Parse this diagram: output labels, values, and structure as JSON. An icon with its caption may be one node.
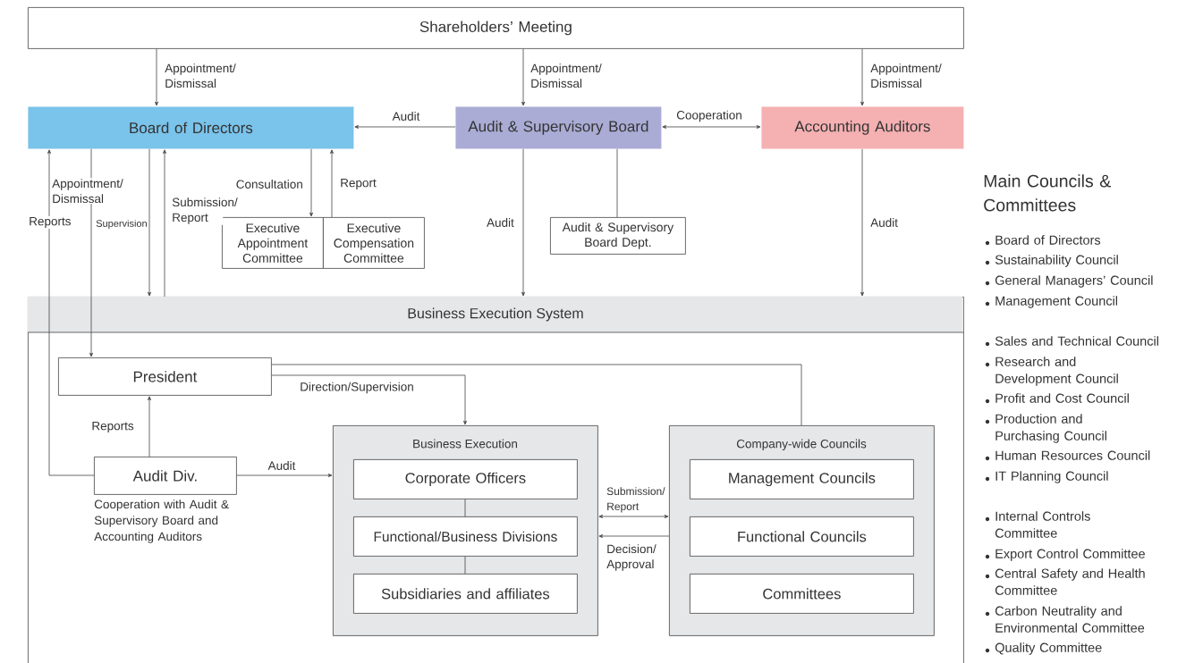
{
  "diagram": {
    "nodes": [
      {
        "text": [
          "Shareholders’ Meeting"
        ]
      },
      {
        "text": [
          "Board of Directors"
        ]
      },
      {
        "text": [
          "Audit & Supervisory Board"
        ]
      },
      {
        "text": [
          "Accounting Auditors"
        ]
      },
      {
        "text": [
          "Executive Appointment Committee"
        ]
      },
      {
        "text": [
          "Executive Compensation Committee"
        ]
      },
      {
        "text": [
          "Audit & Supervisory Board Dept."
        ]
      },
      {
        "text": [
          "Business Execution System"
        ]
      },
      {
        "text": [
          "President"
        ],
        "in": 7
      },
      {
        "text": [
          "Audit Div."
        ],
        "in": 7,
        "beside": [
          "Cooperation with Audit & Supervisory Board and Accounting Auditors"
        ]
      },
      {
        "text": [
          "Business Execution"
        ],
        "in": 7
      },
      {
        "text": [
          "Corporate Officers"
        ],
        "in": 10
      },
      {
        "text": [
          "Functional/Business Divisions"
        ],
        "in": 10
      },
      {
        "text": [
          "Subsidiaries and affiliates"
        ],
        "in": 10
      },
      {
        "text": [
          "Company-wide Councils"
        ],
        "in": 7
      },
      {
        "text": [
          "Management Councils"
        ],
        "in": 14
      },
      {
        "text": [
          "Functional Councils"
        ],
        "in": 14
      },
      {
        "text": [
          "Committees"
        ],
        "in": 14
      }
    ],
    "edges": [
      {
        "from": 0,
        "to": 1,
        "arrow": "to",
        "label": "Appointment/ Dismissal"
      },
      {
        "from": 0,
        "to": 2,
        "arrow": "to",
        "label": "Appointment/ Dismissal"
      },
      {
        "from": 0,
        "to": 3,
        "arrow": "to",
        "label": "Appointment/ Dismissal"
      },
      {
        "from": 2,
        "to": 1,
        "arrow": "to",
        "label": "Audit"
      },
      {
        "from": 2,
        "to": 3,
        "arrow": "both",
        "label": "Cooperation"
      },
      {
        "from": 1,
        "to": 4,
        "arrow": "to",
        "label": "Consultation"
      },
      {
        "from": 5,
        "to": 1,
        "arrow": "to",
        "label": "Report"
      },
      {
        "from": 2,
        "to": 6,
        "arrow": "none"
      },
      {
        "from": 2,
        "to": 7,
        "arrow": "to",
        "label": "Audit"
      },
      {
        "from": 3,
        "to": 7,
        "arrow": "to",
        "label": "Audit"
      },
      {
        "from": 1,
        "to": 8,
        "arrow": "to",
        "label": "Appointment/ Dismissal"
      },
      {
        "from": 1,
        "to": 7,
        "arrow": "to",
        "label": "Supervision"
      },
      {
        "from": 7,
        "to": 1,
        "arrow": "to",
        "label": "Submission/ Report"
      },
      {
        "from": 9,
        "to": 1,
        "arrow": "to",
        "label": "Reports"
      },
      {
        "from": 9,
        "to": 8,
        "arrow": "to",
        "label": "Reports"
      },
      {
        "from": 9,
        "to": 10,
        "arrow": "to",
        "label": "Audit"
      },
      {
        "from": 8,
        "to": 10,
        "arrow": "to",
        "label": "Direction/Supervision"
      },
      {
        "from": 8,
        "to": 14,
        "arrow": "none"
      },
      {
        "from": 11,
        "to": 12,
        "arrow": "none"
      },
      {
        "from": 12,
        "to": 13,
        "arrow": "none"
      },
      {
        "from": 10,
        "to": 14,
        "arrow": "both",
        "label": "Submission/ Report"
      },
      {
        "from": 14,
        "to": 10,
        "arrow": "to",
        "label": "Decision/ Approval"
      }
    ],
    "labels": [
      "Main Councils & Committees",
      "Board of Directors",
      "Sustainability Council",
      "General Managers’ Council",
      "Management Council",
      "Sales and Technical Council",
      "Research and Development Council",
      "Profit and Cost Council",
      "Production and Purchasing Council",
      "Human Resources Council",
      "IT Planning Council",
      "Internal Controls Committee",
      "Export Control Committee",
      "Central Safety and Health Committee",
      "Carbon Neutrality and Environmental Committee",
      "Quality Committee"
    ]
  }
}
